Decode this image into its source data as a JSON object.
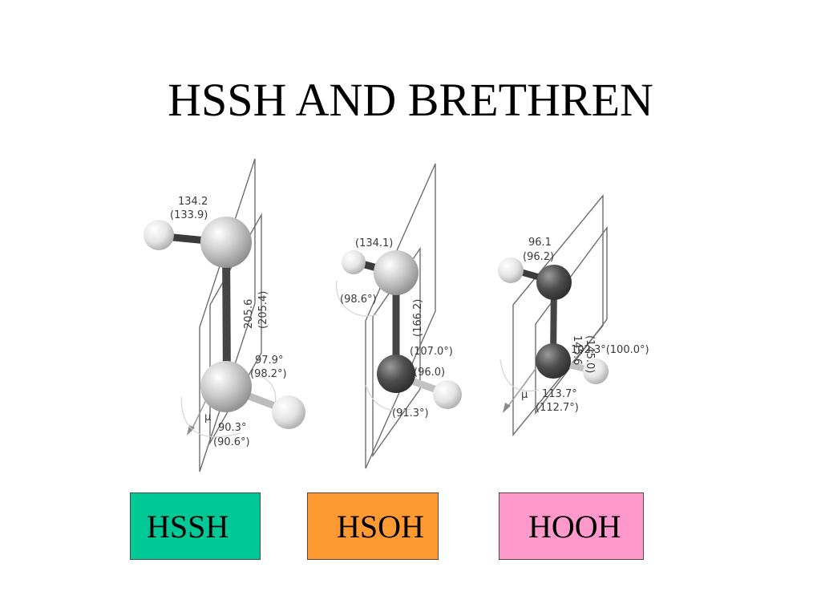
{
  "title": "HSSH AND BRETHREN",
  "molecules": [
    {
      "name": "HSSH",
      "box_color": "#00c896",
      "labels": {
        "h_bond": "134.2",
        "h_bond_alt": "(133.9)",
        "xx_bond": "205.6",
        "xx_bond_alt": "(205.4)",
        "angle": "97.9°",
        "angle_alt": "(98.2°)",
        "dihedral": "90.3°",
        "dihedral_alt": "(90.6°)",
        "dipole": "μ"
      }
    },
    {
      "name": "HSOH",
      "box_color": "#ff9a33",
      "labels": {
        "sh_bond_alt": "(134.1)",
        "hso_angle_alt": "(98.6°)",
        "so_bond_alt": "(166.2)",
        "soh_angle_alt": "(107.0°)",
        "oh_bond_alt": "(96.0)",
        "dihedral_alt": "(91.3°)"
      }
    },
    {
      "name": "HOOH",
      "box_color": "#ff99cc",
      "labels": {
        "oh_bond": "96.1",
        "oh_bond_alt": "(96.2)",
        "oo_bond": "145.6",
        "oo_bond_alt": "(145.0)",
        "angle": "102.3°(100.0°)",
        "dihedral": "113.7°",
        "dihedral_alt": "(112.7°)",
        "dipole": "μ"
      }
    }
  ]
}
